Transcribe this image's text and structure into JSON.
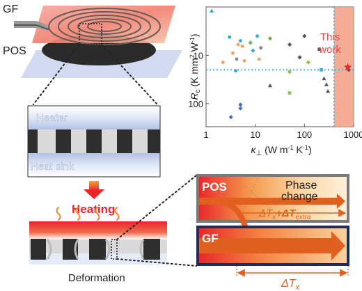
{
  "labels": {
    "gf": "GF",
    "pos": "POS",
    "heater": "Heater",
    "heat_sink": "Heat sink",
    "heating": "Heating",
    "deformation": "Deformation",
    "panel_pos": "POS",
    "phase_change_1": "Phase",
    "phase_change_2": "change",
    "delta_tx_plus": "ΔT",
    "sub_x": "x",
    "plus_delta": "+ΔT",
    "sub_extra": "extra",
    "panel_gf": "GF",
    "delta_tx": "ΔT"
  },
  "colors": {
    "heater_red": "#e8262b",
    "arrow_orange": "#e2601f",
    "accent_orange": "#f28b3a",
    "heat_sink_blue": "#b9c6e6",
    "panel_navy": "#1f2c5c",
    "dotted_guide": "#4fb3e8",
    "highlight_red": "#e34b4b"
  },
  "chart_data": {
    "type": "scatter",
    "xlabel": "κ⊥ (W m⁻¹ K⁻¹)",
    "ylabel": "Rc (K mm² W⁻¹)",
    "x_scale": "log",
    "y_scale": "log",
    "y_inverted": true,
    "xlim": [
      1,
      1000
    ],
    "ylim": [
      1,
      300
    ],
    "xticks": [
      "1",
      "10",
      "100",
      "1000"
    ],
    "yticks": [
      "10",
      "100"
    ],
    "annotation": "This work",
    "highlight_x_min": 400,
    "guide_lines": {
      "x": 400,
      "y": 20
    },
    "points": [
      {
        "x": 1.3,
        "y": 1.2,
        "color": "#2aa9b8",
        "marker": "triangle"
      },
      {
        "x": 3.0,
        "y": 4.2,
        "color": "#2aa9b8",
        "marker": "circle"
      },
      {
        "x": 5.0,
        "y": 5.0,
        "color": "#36a6e0",
        "marker": "circle"
      },
      {
        "x": 4.5,
        "y": 6.0,
        "color": "#f0a060",
        "marker": "circle"
      },
      {
        "x": 5.5,
        "y": 6.5,
        "color": "#f0a060",
        "marker": "circle"
      },
      {
        "x": 3.5,
        "y": 9.0,
        "color": "#f0a060",
        "marker": "circle"
      },
      {
        "x": 4.2,
        "y": 12.0,
        "color": "#8a8a8a",
        "marker": "circle"
      },
      {
        "x": 6.0,
        "y": 13.0,
        "color": "#f0a060",
        "marker": "circle"
      },
      {
        "x": 2.2,
        "y": 14.0,
        "color": "#f0a060",
        "marker": "circle"
      },
      {
        "x": 8.0,
        "y": 5.5,
        "color": "#6ab04c",
        "marker": "diamond"
      },
      {
        "x": 9.0,
        "y": 8.0,
        "color": "#36a6e0",
        "marker": "diamond"
      },
      {
        "x": 11.0,
        "y": 4.0,
        "color": "#36a6e0",
        "marker": "diamond"
      },
      {
        "x": 13.0,
        "y": 7.0,
        "color": "#8a8a8a",
        "marker": "diamond"
      },
      {
        "x": 12.0,
        "y": 12.0,
        "color": "#f0a060",
        "marker": "circle"
      },
      {
        "x": 20.0,
        "y": 4.5,
        "color": "#6ab04c",
        "marker": "diamond"
      },
      {
        "x": 4.0,
        "y": 21.0,
        "color": "#36a6e0",
        "marker": "circle"
      },
      {
        "x": 50.0,
        "y": 6.0,
        "color": "#555555",
        "marker": "diamond"
      },
      {
        "x": 50.0,
        "y": 22.0,
        "color": "#8bc34a",
        "marker": "square"
      },
      {
        "x": 80.0,
        "y": 11.0,
        "color": "#555555",
        "marker": "diamond"
      },
      {
        "x": 100.0,
        "y": 4.0,
        "color": "#555555",
        "marker": "diamond"
      },
      {
        "x": 120.0,
        "y": 14.0,
        "color": "#8bc34a",
        "marker": "diamond"
      },
      {
        "x": 200.0,
        "y": 7.5,
        "color": "#555555",
        "marker": "square"
      },
      {
        "x": 220.0,
        "y": 20.0,
        "color": "#36a6e0",
        "marker": "square"
      },
      {
        "x": 250.0,
        "y": 30.0,
        "color": "#555555",
        "marker": "triangle"
      },
      {
        "x": 280.0,
        "y": 40.0,
        "color": "#555555",
        "marker": "triangle"
      },
      {
        "x": 300.0,
        "y": 55.0,
        "color": "#555555",
        "marker": "triangle"
      },
      {
        "x": 20.0,
        "y": 42.0,
        "color": "#555555",
        "marker": "triangle"
      },
      {
        "x": 50.0,
        "y": 60.0,
        "color": "#8bc34a",
        "marker": "square"
      },
      {
        "x": 3.2,
        "y": 190.0,
        "color": "#3f6fc6",
        "marker": "diamond"
      },
      {
        "x": 5.0,
        "y": 105.0,
        "color": "#3f6fc6",
        "marker": "diamond"
      },
      {
        "x": 5.0,
        "y": 125.0,
        "color": "#3f6fc6",
        "marker": "diamond"
      },
      {
        "x": 800,
        "y": 20.0,
        "color": "#555555",
        "marker": "circle"
      },
      {
        "x": 760,
        "y": 17.5,
        "color": "#e8262b",
        "marker": "star"
      }
    ]
  }
}
